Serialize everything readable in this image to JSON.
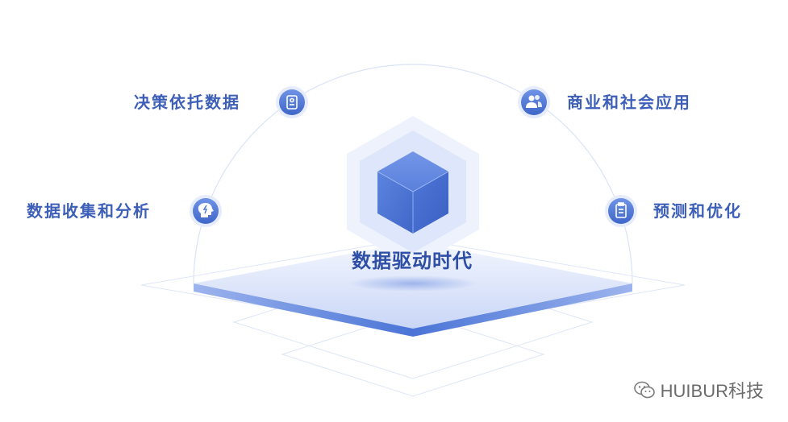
{
  "diagram": {
    "center_title": "数据驱动时代",
    "nodes": [
      {
        "label": "决策依托数据",
        "icon": "id-card-icon"
      },
      {
        "label": "数据收集和分析",
        "icon": "head-bulb-icon"
      },
      {
        "label": "商业和社会应用",
        "icon": "users-icon"
      },
      {
        "label": "预测和优化",
        "icon": "clipboard-icon"
      }
    ]
  },
  "watermark": {
    "text": "HUIBUR科技",
    "icon": "wechat-icon"
  },
  "colors": {
    "accent": "#4a74d6",
    "text": "#3d5fb8",
    "cube": "#4e79d8",
    "platform": "#dfe7fb",
    "arc": "#dbe3f7"
  }
}
